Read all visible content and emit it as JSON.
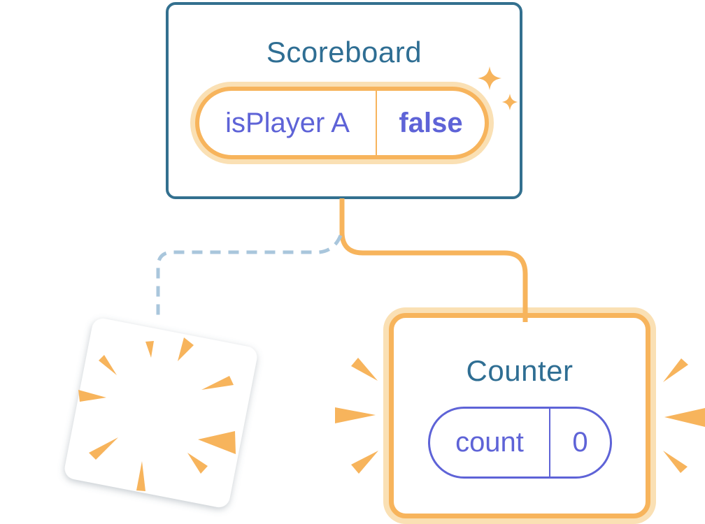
{
  "diagram": {
    "description": "Component state tree: Scoreboard keeps state, old Counter is destroyed, new Counter mounts with fresh state",
    "scoreboard": {
      "title": "Scoreboard",
      "state": {
        "name": "isPlayer A",
        "value": "false"
      }
    },
    "counter": {
      "title": "Counter",
      "state": {
        "name": "count",
        "value": "0"
      }
    },
    "colors": {
      "card_border_blue": "#33708F",
      "title_blue": "#2F6E93",
      "state_purple": "#5E63D7",
      "accent_orange": "#F7B45C",
      "accent_orange_glow": "#FAE0B4",
      "dashed_connector_blue": "#A9C6DC",
      "card_background": "#FFFFFF"
    },
    "icons": {
      "sparkles": "sparkles-icon",
      "burst": "burst-explosion-icon",
      "emphasis": "emphasis-marks-icon"
    }
  }
}
